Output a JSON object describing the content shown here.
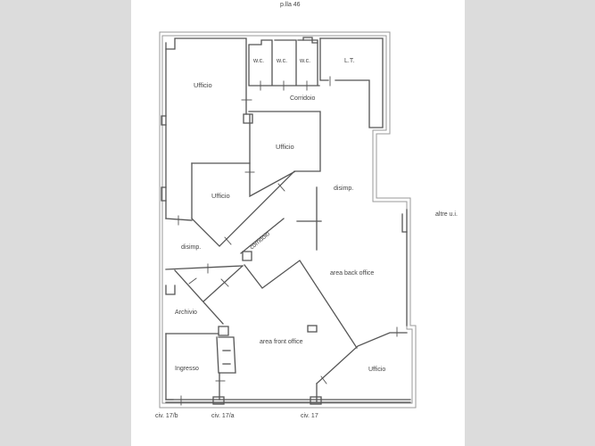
{
  "header": {
    "floor_label": "p.lla 46"
  },
  "rooms": [
    {
      "id": "ufficio-nw",
      "label": "Ufficio"
    },
    {
      "id": "wc-1",
      "label": "w.c."
    },
    {
      "id": "wc-2",
      "label": "w.c."
    },
    {
      "id": "wc-3",
      "label": "w.c."
    },
    {
      "id": "lt",
      "label": "L.T."
    },
    {
      "id": "corridoio-top",
      "label": "Corridoio"
    },
    {
      "id": "ufficio-center",
      "label": "Ufficio"
    },
    {
      "id": "ufficio-west",
      "label": "Ufficio"
    },
    {
      "id": "disimp-east",
      "label": "disimp."
    },
    {
      "id": "corridoio-diag",
      "label": "corridoio"
    },
    {
      "id": "disimp-west",
      "label": "disimp."
    },
    {
      "id": "area-back-office",
      "label": "area back office"
    },
    {
      "id": "archivio",
      "label": "Archivio"
    },
    {
      "id": "area-front-office",
      "label": "area front office"
    },
    {
      "id": "ingresso",
      "label": "Ingresso"
    },
    {
      "id": "ufficio-se",
      "label": "Ufficio"
    }
  ],
  "annotations": {
    "neighbor_units": "altre u.i.",
    "entrances": [
      "civ. 17/b",
      "civ. 17/a",
      "civ. 17"
    ]
  },
  "colors": {
    "background": "#dcdcdc",
    "page": "#ffffff",
    "wall": "#555555",
    "outer_wall": "#9a9a9a",
    "text": "#444444"
  }
}
